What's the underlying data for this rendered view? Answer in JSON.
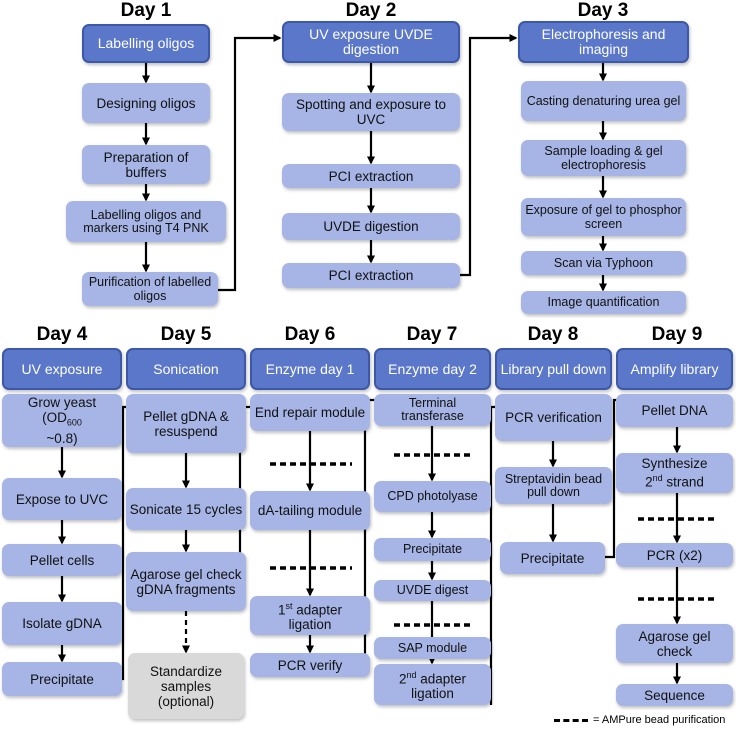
{
  "days": {
    "d1": "Day 1",
    "d2": "Day 2",
    "d3": "Day 3",
    "d4": "Day 4",
    "d5": "Day 5",
    "d6": "Day 6",
    "d7": "Day 7",
    "d8": "Day 8",
    "d9": "Day 9"
  },
  "steps": {
    "d1_h": "Labelling oligos",
    "d1_1": "Designing oligos",
    "d1_2": "Preparation of buffers",
    "d1_3": "Labelling oligos and markers using T4 PNK",
    "d1_4": "Purification of labelled oligos",
    "d2_h": "UV exposure UVDE digestion",
    "d2_1": "Spotting and exposure to UVC",
    "d2_2": "PCI extraction",
    "d2_3": "UVDE digestion",
    "d2_4": "PCI extraction",
    "d3_h": "Electrophoresis and imaging",
    "d3_1": "Casting denaturing urea gel",
    "d3_2": "Sample loading & gel electrophoresis",
    "d3_3": "Exposure of gel to phosphor screen",
    "d3_4": "Scan via Typhoon",
    "d3_5": "Image quantification",
    "d4_h": "UV exposure",
    "d4_1a": "Grow yeast",
    "d4_1b": "(OD",
    "d4_1sub": "600",
    "d4_1c": "~0.8)",
    "d4_2": "Expose to UVC",
    "d4_3": "Pellet cells",
    "d4_4": "Isolate gDNA",
    "d4_5": "Precipitate",
    "d5_h": "Sonication",
    "d5_1": "Pellet gDNA & resuspend",
    "d5_2": "Sonicate 15 cycles",
    "d5_3": "Agarose gel check gDNA fragments",
    "d5_4": "Standardize samples (optional)",
    "d6_h": "Enzyme day 1",
    "d6_1": "End repair module",
    "d6_2": "dA-tailing module",
    "d6_3a": "1",
    "d6_3sup": "st",
    "d6_3b": " adapter",
    "d6_3c": "ligation",
    "d6_4": "PCR verify",
    "d7_h": "Enzyme day 2",
    "d7_1": "Terminal transferase",
    "d7_2": "CPD photolyase",
    "d7_3": "Precipitate",
    "d7_4": "UVDE digest",
    "d7_5": "SAP module",
    "d7_6a": "2",
    "d7_6sup": "nd",
    "d7_6b": " adapter",
    "d7_6c": "ligation",
    "d8_h": "Library pull down",
    "d8_1": "PCR verification",
    "d8_2": "Streptavidin bead pull down",
    "d8_3": "Precipitate",
    "d9_h": "Amplify library",
    "d9_1": "Pellet DNA",
    "d9_2a": "Synthesize",
    "d9_2b": "2",
    "d9_2sup": "nd",
    "d9_2c": " strand",
    "d9_3": "PCR (x2)",
    "d9_4": "Agarose gel check",
    "d9_5": "Sequence"
  },
  "legend": {
    "text": "= AMPure bead purification"
  },
  "colors": {
    "header": "#5b77c9",
    "step": "#a6b5e6",
    "optional": "#d9d9d9"
  }
}
